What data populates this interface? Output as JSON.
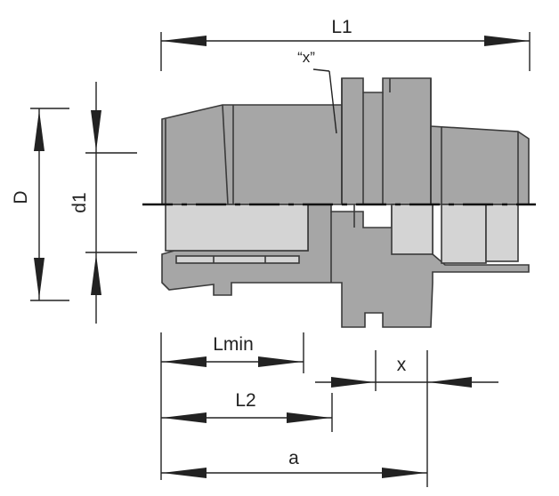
{
  "labels": {
    "L1": "L1",
    "D": "D",
    "d1": "d1",
    "x_marker": "“x”",
    "Lmin": "Lmin",
    "L2": "L2",
    "x": "x",
    "a": "a"
  },
  "colors": {
    "body": "#a6a6a6",
    "bore": "#d4d4d4",
    "outline": "#3a3a3a",
    "dimension": "#222222"
  }
}
